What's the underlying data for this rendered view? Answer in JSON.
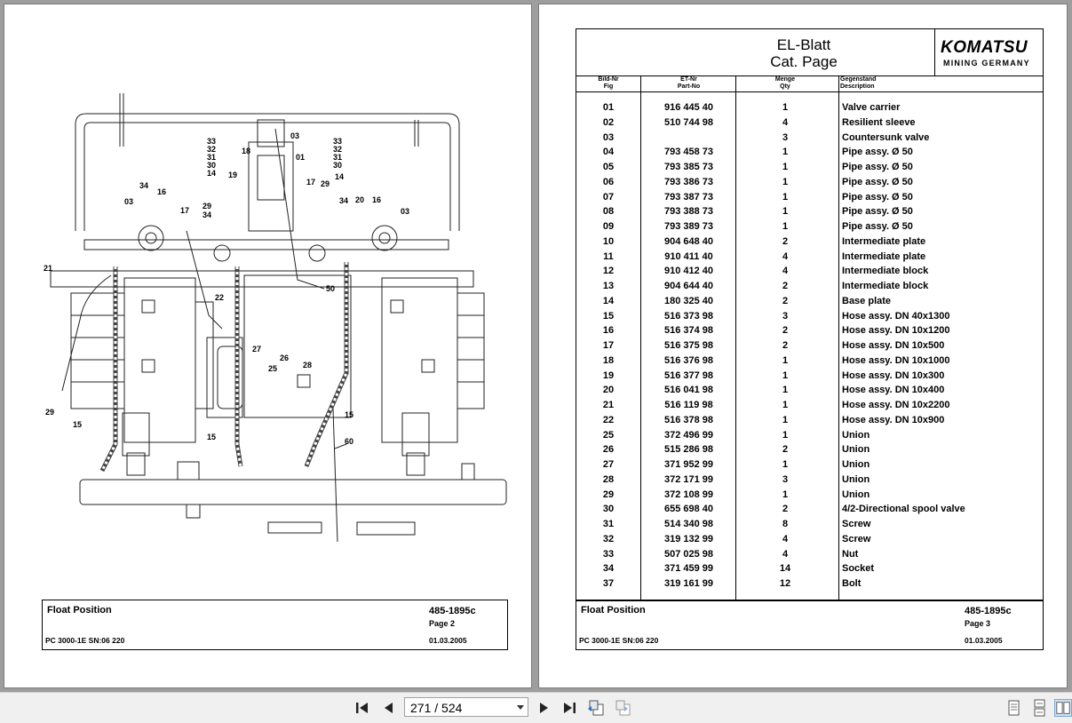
{
  "left_page": {
    "callouts": [
      "33",
      "32",
      "31",
      "30",
      "14",
      "18",
      "03",
      "01",
      "19",
      "17",
      "29",
      "34",
      "16",
      "03",
      "33",
      "32",
      "31",
      "30",
      "14",
      "20",
      "16",
      "34",
      "03",
      "29",
      "34",
      "17",
      "21",
      "22",
      "50",
      "27",
      "26",
      "25",
      "28",
      "29",
      "15",
      "15",
      "15",
      "60"
    ],
    "footer": {
      "description": "Float Position",
      "model": "PC 3000-1E SN:06 220",
      "doc_number": "485-1895c",
      "page": "Page 2",
      "date": "01.03.2005"
    }
  },
  "right_page": {
    "title_de": "EL-Blatt",
    "title_en": "Cat. Page",
    "logo_main": "KOMATSU",
    "logo_sub": "MINING GERMANY",
    "columns": {
      "fig_de": "Bild-Nr",
      "fig_en": "Fig",
      "part_de": "ET-Nr",
      "part_en": "Part-No",
      "qty_de": "Menge",
      "qty_en": "Qty",
      "desc_de": "Gegenstand",
      "desc_en": "Description"
    },
    "parts": [
      {
        "fig": "01",
        "part": "916 445 40",
        "qty": "1",
        "desc": "Valve carrier"
      },
      {
        "fig": "02",
        "part": "510 744 98",
        "qty": "4",
        "desc": "Resilient sleeve"
      },
      {
        "fig": "03",
        "part": "",
        "qty": "3",
        "desc": "Countersunk valve"
      },
      {
        "fig": "04",
        "part": "793 458 73",
        "qty": "1",
        "desc": "Pipe assy. Ø 50"
      },
      {
        "fig": "05",
        "part": "793 385 73",
        "qty": "1",
        "desc": "Pipe assy. Ø 50"
      },
      {
        "fig": "06",
        "part": "793 386 73",
        "qty": "1",
        "desc": "Pipe assy. Ø 50"
      },
      {
        "fig": "07",
        "part": "793 387 73",
        "qty": "1",
        "desc": "Pipe assy. Ø 50"
      },
      {
        "fig": "08",
        "part": "793 388 73",
        "qty": "1",
        "desc": "Pipe assy. Ø 50"
      },
      {
        "fig": "09",
        "part": "793 389 73",
        "qty": "1",
        "desc": "Pipe assy. Ø 50"
      },
      {
        "fig": "10",
        "part": "904 648 40",
        "qty": "2",
        "desc": "Intermediate plate"
      },
      {
        "fig": "11",
        "part": "910 411 40",
        "qty": "4",
        "desc": "Intermediate plate"
      },
      {
        "fig": "12",
        "part": "910 412 40",
        "qty": "4",
        "desc": "Intermediate block"
      },
      {
        "fig": "13",
        "part": "904 644 40",
        "qty": "2",
        "desc": "Intermediate block"
      },
      {
        "fig": "14",
        "part": "180 325 40",
        "qty": "2",
        "desc": "Base plate"
      },
      {
        "fig": "15",
        "part": "516 373 98",
        "qty": "3",
        "desc": "Hose assy. DN 40x1300"
      },
      {
        "fig": "16",
        "part": "516 374 98",
        "qty": "2",
        "desc": "Hose assy. DN 10x1200"
      },
      {
        "fig": "17",
        "part": "516 375 98",
        "qty": "2",
        "desc": "Hose assy. DN 10x500"
      },
      {
        "fig": "18",
        "part": "516 376 98",
        "qty": "1",
        "desc": "Hose assy. DN 10x1000"
      },
      {
        "fig": "19",
        "part": "516 377 98",
        "qty": "1",
        "desc": "Hose assy. DN 10x300"
      },
      {
        "fig": "20",
        "part": "516 041 98",
        "qty": "1",
        "desc": "Hose assy. DN 10x400"
      },
      {
        "fig": "21",
        "part": "516 119 98",
        "qty": "1",
        "desc": "Hose assy. DN 10x2200"
      },
      {
        "fig": "22",
        "part": "516 378 98",
        "qty": "1",
        "desc": "Hose assy. DN 10x900"
      },
      {
        "fig": "25",
        "part": "372 496 99",
        "qty": "1",
        "desc": "Union"
      },
      {
        "fig": "26",
        "part": "515 286 98",
        "qty": "2",
        "desc": "Union"
      },
      {
        "fig": "27",
        "part": "371 952 99",
        "qty": "1",
        "desc": "Union"
      },
      {
        "fig": "28",
        "part": "372 171 99",
        "qty": "3",
        "desc": "Union"
      },
      {
        "fig": "29",
        "part": "372 108 99",
        "qty": "1",
        "desc": "Union"
      },
      {
        "fig": "30",
        "part": "655 698 40",
        "qty": "2",
        "desc": "4/2-Directional spool valve"
      },
      {
        "fig": "31",
        "part": "514 340 98",
        "qty": "8",
        "desc": "Screw"
      },
      {
        "fig": "32",
        "part": "319 132 99",
        "qty": "4",
        "desc": "Screw"
      },
      {
        "fig": "33",
        "part": "507 025 98",
        "qty": "4",
        "desc": "Nut"
      },
      {
        "fig": "34",
        "part": "371 459 99",
        "qty": "14",
        "desc": "Socket"
      },
      {
        "fig": "37",
        "part": "319 161 99",
        "qty": "12",
        "desc": "Bolt"
      }
    ],
    "footer": {
      "description": "Float Position",
      "model": "PC 3000-1E SN:06 220",
      "doc_number": "485-1895c",
      "page": "Page 3",
      "date": "01.03.2005"
    }
  },
  "toolbar": {
    "page_value": "271 / 524",
    "icons": [
      "first-page-icon",
      "prev-page-icon",
      "next-page-icon",
      "last-page-icon",
      "go-back-icon",
      "go-forward-icon",
      "single-page-view-icon",
      "continuous-view-icon",
      "two-page-view-icon"
    ]
  }
}
